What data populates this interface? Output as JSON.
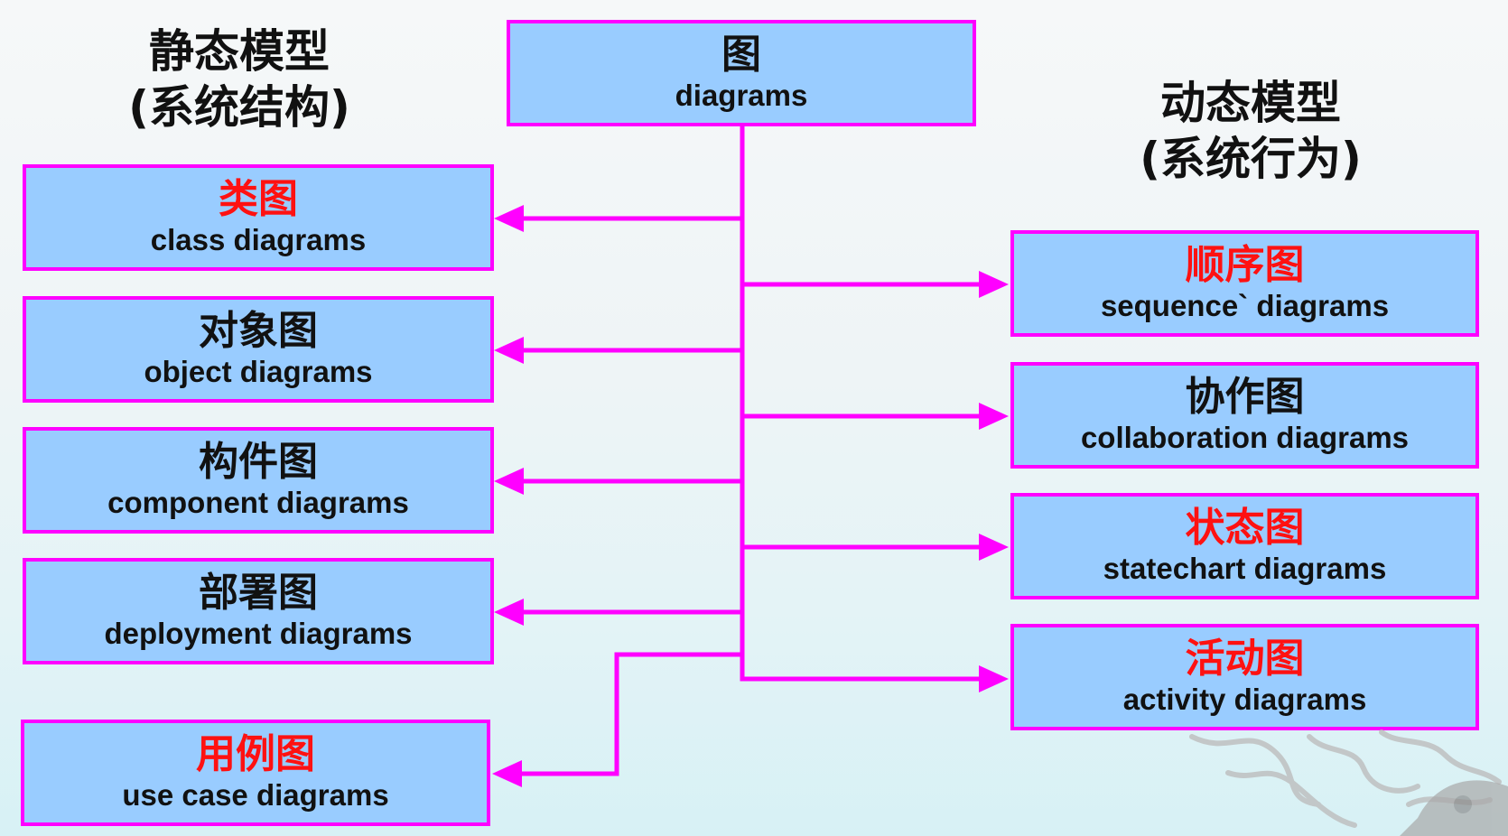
{
  "headings": {
    "static_line1": "静态模型",
    "static_line2": "(系统结构)",
    "dynamic_line1": "动态模型",
    "dynamic_line2": "(系统行为)"
  },
  "root": {
    "cn": "图",
    "en": "diagrams"
  },
  "static_boxes": [
    {
      "cn": "类图",
      "en": "class diagrams",
      "cn_color": "red"
    },
    {
      "cn": "对象图",
      "en": "object diagrams",
      "cn_color": "black"
    },
    {
      "cn": "构件图",
      "en": "component diagrams",
      "cn_color": "black"
    },
    {
      "cn": "部署图",
      "en": "deployment diagrams",
      "cn_color": "black"
    },
    {
      "cn": "用例图",
      "en": "use case diagrams",
      "cn_color": "red"
    }
  ],
  "dynamic_boxes": [
    {
      "cn": "顺序图",
      "en": "sequence` diagrams",
      "cn_color": "red"
    },
    {
      "cn": "协作图",
      "en": "collaboration diagrams",
      "cn_color": "black"
    },
    {
      "cn": "状态图",
      "en": "statechart diagrams",
      "cn_color": "red"
    },
    {
      "cn": "活动图",
      "en": "activity diagrams",
      "cn_color": "red"
    }
  ],
  "colors": {
    "box_fill": "#99ccff",
    "box_border": "#ff00ff",
    "connector": "#ff00ff",
    "highlight_text": "#ff1111"
  }
}
